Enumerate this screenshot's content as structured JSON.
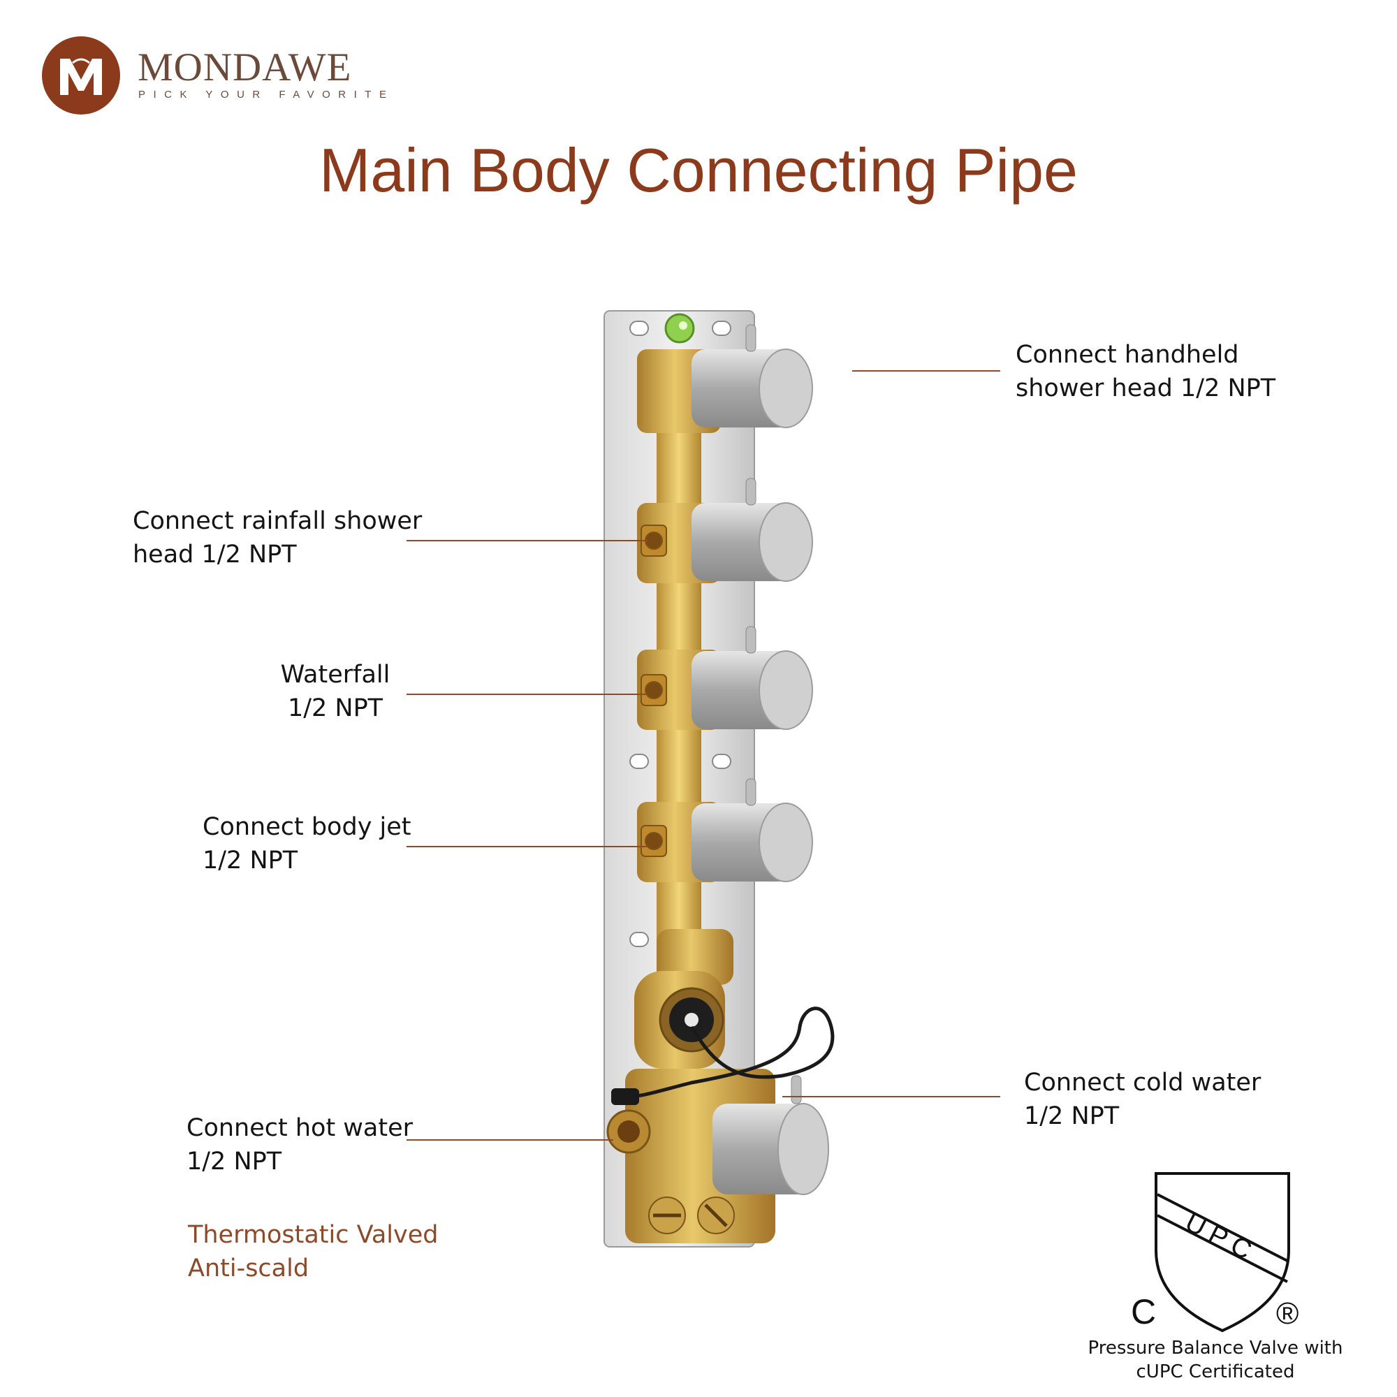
{
  "brand": {
    "name": "MONDAWE",
    "tagline": "PICK YOUR FAVORITE",
    "logo_letter": "M",
    "logo_color": "#8b3a1c"
  },
  "title": "Main Body Connecting Pipe",
  "callouts": {
    "handheld": {
      "line1": "Connect handheld",
      "line2": "shower head  1/2 NPT"
    },
    "rainfall": {
      "line1": "Connect rainfall shower",
      "line2": "head  1/2 NPT"
    },
    "waterfall": {
      "line1": "Waterfall",
      "line2": "1/2 NPT"
    },
    "body_jet": {
      "line1": "Connect body jet",
      "line2": "1/2 NPT"
    },
    "cold_water": {
      "line1": "Connect cold water",
      "line2": "1/2 NPT"
    },
    "hot_water": {
      "line1": "Connect hot water",
      "line2": "1/2 NPT"
    }
  },
  "feature_note": {
    "line1": "Thermostatic Valved",
    "line2": "Anti-scald"
  },
  "certification": {
    "mark_letters": "UPC",
    "mark_c": "C",
    "mark_r": "®",
    "caption_line1": "Pressure Balance Valve with",
    "caption_line2": "cUPC Certificated"
  },
  "colors": {
    "accent": "#8b3a1c",
    "brass": "#c9a24a",
    "nickel": "#b8b8b8"
  }
}
